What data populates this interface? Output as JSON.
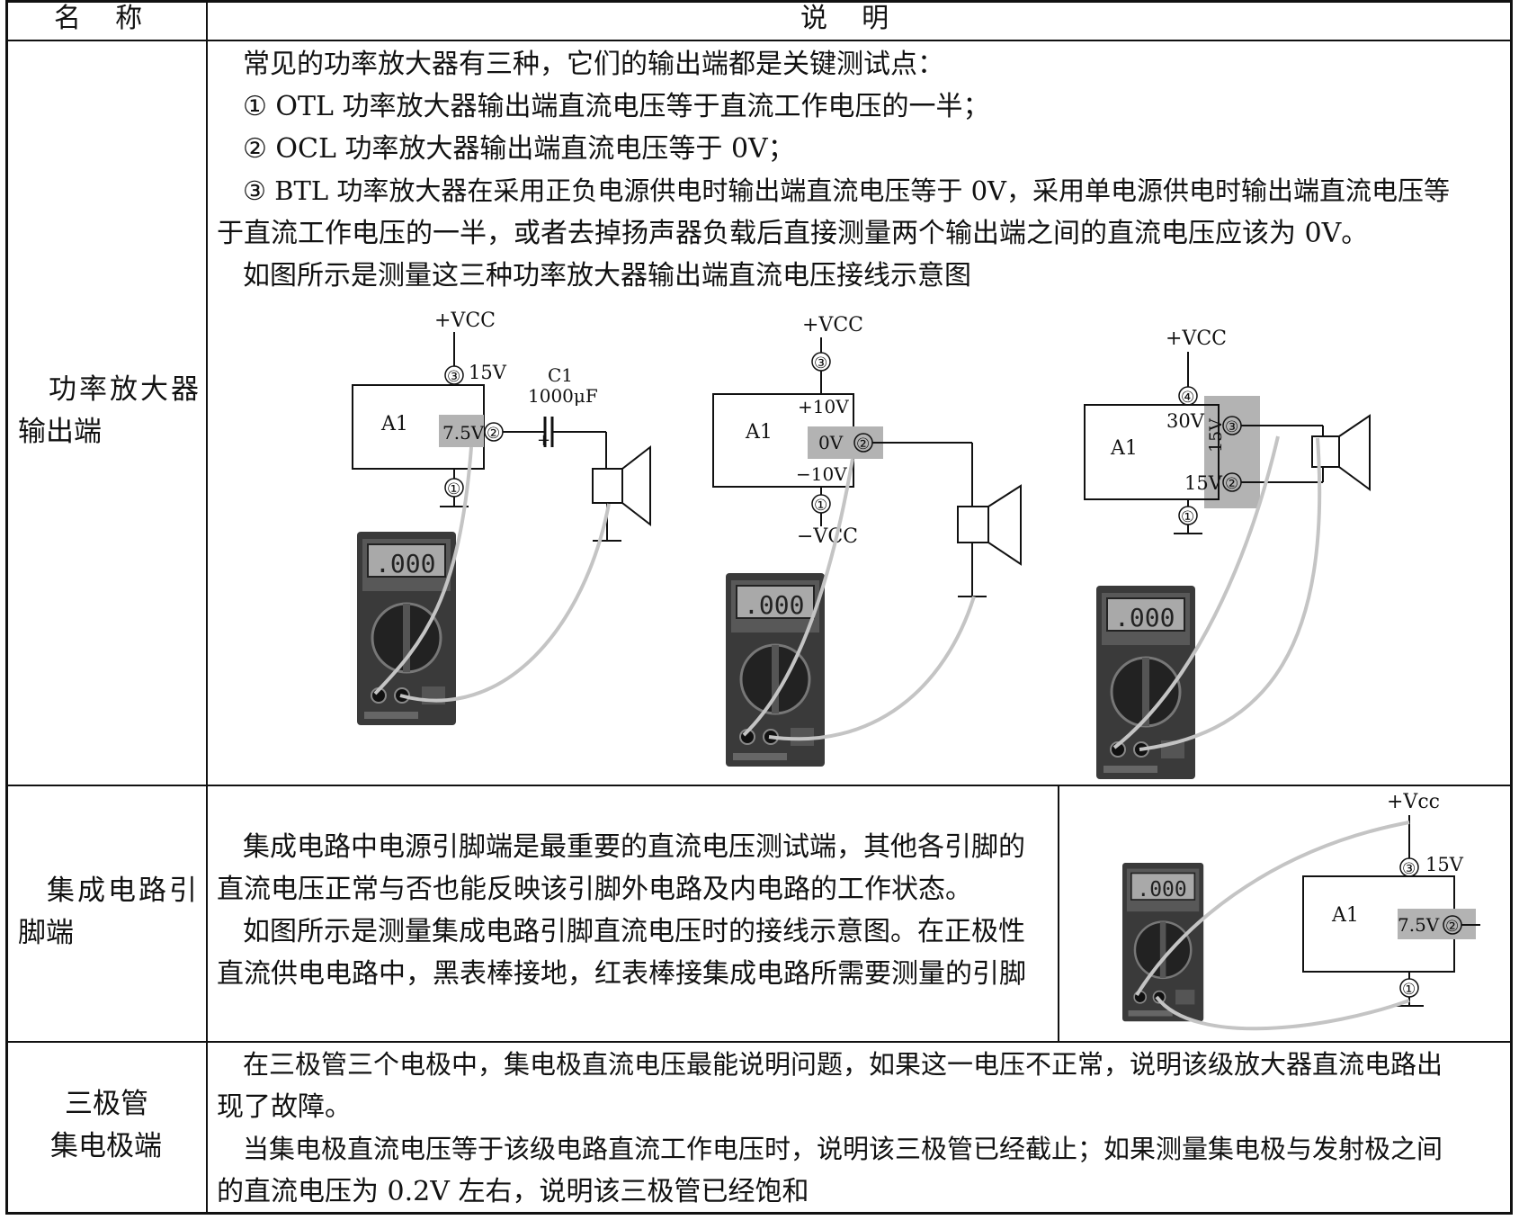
{
  "header": {
    "col_name": "名    称",
    "col_desc": "说    明"
  },
  "row1": {
    "name_line1": "功率放大器",
    "name_line2": "输出端",
    "lines": [
      "常见的功率放大器有三种，它们的输出端都是关键测试点：",
      "① OTL 功率放大器输出端直流电压等于直流工作电压的一半；",
      "② OCL 功率放大器输出端直流电压等于 0V；",
      "③ BTL 功率放大器在采用正负电源供电时输出端直流电压等于 0V，采用单电源供电时输出端直流电压等",
      "于直流工作电压的一半，或者去掉扬声器负载后直接测量两个输出端之间的直流电压应该为 0V。",
      "如图所示是测量这三种功率放大器输出端直流电压接线示意图"
    ],
    "fig_otl": {
      "vcc": "+VCC",
      "pin3": "③",
      "v15": "15V",
      "a1": "A1",
      "v75": "7.5V",
      "pin2": "②",
      "pin1": "①",
      "c1": "C1",
      "cap": "1000μF",
      "plus": "+"
    },
    "fig_ocl": {
      "vcc": "+VCC",
      "pin3": "③",
      "v10p": "+10V",
      "a1": "A1",
      "v0": "0V",
      "pin2": "②",
      "v10n": "−10V",
      "pin1": "①",
      "vccn": "−VCC"
    },
    "fig_btl": {
      "vcc": "+VCC",
      "pin4": "④",
      "v30": "30V",
      "v15r": "15V",
      "pin3": "③",
      "a1": "A1",
      "v15": "15V",
      "pin2": "②",
      "pin1": "①"
    }
  },
  "row2": {
    "name_line1": "集成电路引",
    "name_line2": "脚端",
    "lines": [
      "集成电路中电源引脚端是最重要的直流电压测试端，其他各引脚的",
      "直流电压正常与否也能反映该引脚外电路及内电路的工作状态。",
      "如图所示是测量集成电路引脚直流电压时的接线示意图。在正极性",
      "直流供电电路中，黑表棒接地，红表棒接集成电路所需要测量的引脚"
    ],
    "fig": {
      "vcc": "+Vcc",
      "pin3": "③",
      "v15": "15V",
      "a1": "A1",
      "v75": "7.5V",
      "pin2": "②",
      "pin1": "①"
    }
  },
  "row3": {
    "name_line1": "三极管",
    "name_line2": "集电极端",
    "lines": [
      "在三极管三个电极中，集电极直流电压最能说明问题，如果这一电压不正常，说明该级放大器直流电路出",
      "现了故障。",
      "当集电极直流电压等于该级电路直流工作电压时，说明该三极管已经截止；如果测量集电极与发射极之间",
      "的直流电压为 0.2V 左右，说明该三极管已经饱和"
    ]
  }
}
